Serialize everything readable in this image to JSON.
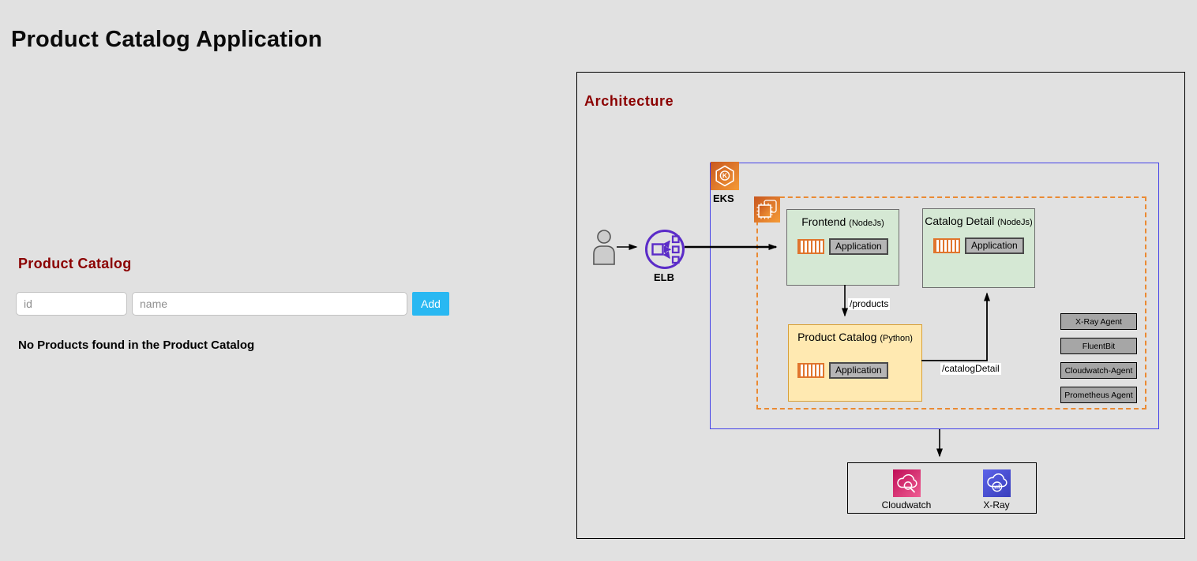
{
  "page": {
    "title": "Product Catalog Application"
  },
  "catalog_panel": {
    "heading": "Product Catalog",
    "inputs": {
      "id_placeholder": "id",
      "name_placeholder": "name"
    },
    "add_button_label": "Add",
    "empty_message": "No Products found in the Product Catalog"
  },
  "architecture": {
    "heading": "Architecture",
    "elb_label": "ELB",
    "eks_label": "EKS",
    "eks_icon_letter": "K",
    "nodes": {
      "frontend": {
        "title": "Frontend",
        "runtime": "(NodeJs)",
        "app_label": "Application"
      },
      "catalog_detail": {
        "title": "Catalog Detail",
        "runtime": "(NodeJs)",
        "app_label": "Application"
      },
      "product_catalog": {
        "title": "Product Catalog",
        "runtime": "(Python)",
        "app_label": "Application"
      }
    },
    "edge_labels": {
      "products": "/products",
      "catalog_detail": "/catalogDetail"
    },
    "agents": [
      "X-Ray Agent",
      "FluentBit",
      "Cloudwatch-Agent",
      "Prometheus Agent"
    ],
    "monitoring": {
      "cloudwatch_label": "Cloudwatch",
      "xray_label": "X-Ray"
    },
    "colors": {
      "heading": "#8b0000",
      "eks_border": "#4542e8",
      "node_group_dashed": "#ea8a33",
      "green_node_fill": "#d5e8d4",
      "yellow_node_fill": "#ffe9b1",
      "agent_fill": "#a6a6a6",
      "add_button": "#29b8f2",
      "elb_purple": "#5b2cc8",
      "aws_orange": "#ec7211",
      "cloudwatch_pink": "#cf1660",
      "xray_blue": "#4348c9"
    }
  }
}
